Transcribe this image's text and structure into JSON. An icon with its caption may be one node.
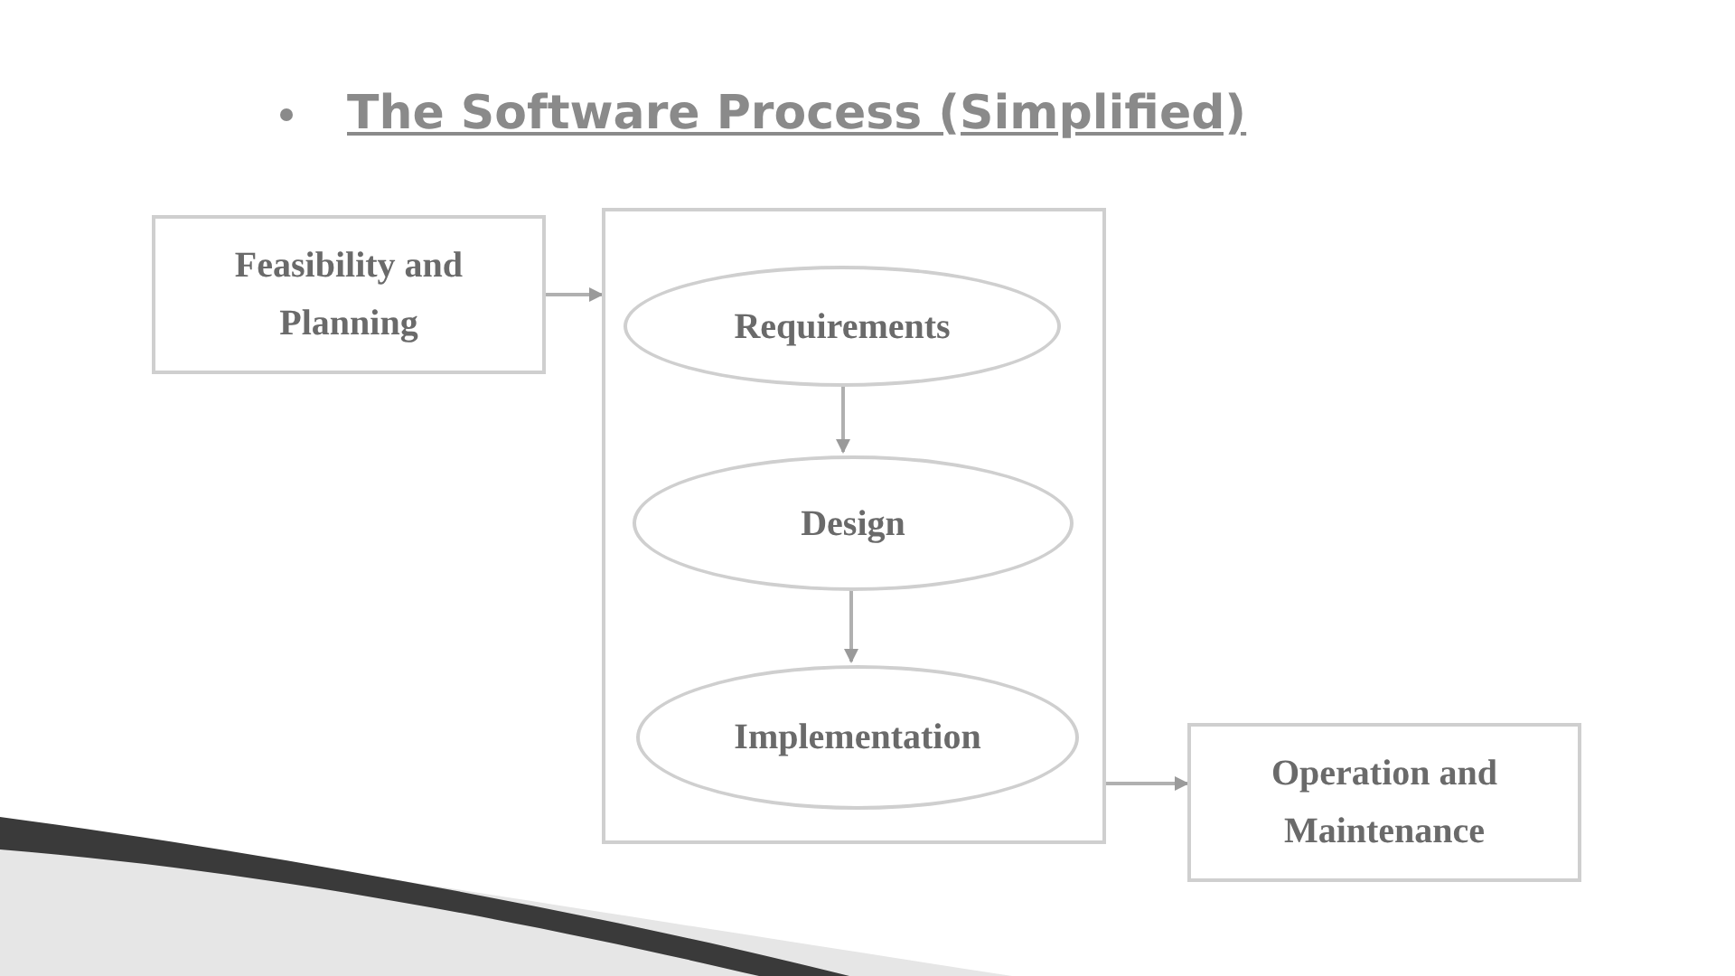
{
  "diagram": {
    "title": "The Software Process (Simplified)",
    "nodes": [
      {
        "text": [
          "Feasibility and Planning"
        ]
      },
      {
        "text": [],
        "shape": "box"
      },
      {
        "text": [
          "Requirements"
        ],
        "in": 1
      },
      {
        "text": [
          "Design"
        ],
        "in": 1
      },
      {
        "text": [
          "Implementation"
        ],
        "in": 1
      },
      {
        "text": [
          "Operation and Maintenance"
        ]
      }
    ],
    "edges": [
      {
        "from": 0,
        "to": 1,
        "arrow": "to"
      },
      {
        "from": 2,
        "to": 3,
        "arrow": "to"
      },
      {
        "from": 3,
        "to": 4,
        "arrow": "to"
      },
      {
        "from": 1,
        "to": 5,
        "arrow": "to"
      }
    ]
  }
}
